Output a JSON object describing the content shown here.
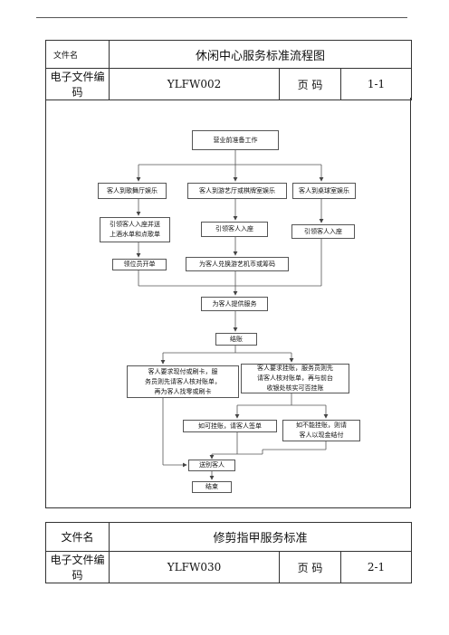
{
  "doc1": {
    "file_label": "文件名",
    "file_title": "休闲中心服务标准流程图",
    "code_label": "电子文件编码",
    "code_value": "YLFW002",
    "page_label": "页  码",
    "page_value": "1-1"
  },
  "flow": {
    "start": "营业前准备工作",
    "branch_a": "客人到歌舞厅娱乐",
    "branch_b": "客人到游艺厅或棋牌室娱乐",
    "branch_c": "客人到桌球室娱乐",
    "a2": "引领客人入座并送\n上酒水单和点歌单",
    "b2": "引领客人入座",
    "c2": "引领客人入座",
    "a3": "领位员开单",
    "b3": "为客人兑换游艺机币或筹码",
    "serve": "为客人提供服务",
    "checkout": "结账",
    "pay_cash": "客人要求现付或刷卡，服\n务员则先请客人核对账单，\n再为客人找零或刷卡",
    "pay_sign": "客人要求挂账，服务员则先\n请客人核对账单，再与前台\n收银处核实可否挂账",
    "sign_ok": "如可挂账，请客人签单",
    "sign_no": "如不能挂账，则请\n客人以现金结付",
    "farewell": "送别客人",
    "end": "结束"
  },
  "doc2": {
    "file_label": "文件名",
    "file_title": "修剪指甲服务标准",
    "code_label": "电子文件编码",
    "code_value": "YLFW030",
    "page_label": "页  码",
    "page_value": "2-1"
  }
}
